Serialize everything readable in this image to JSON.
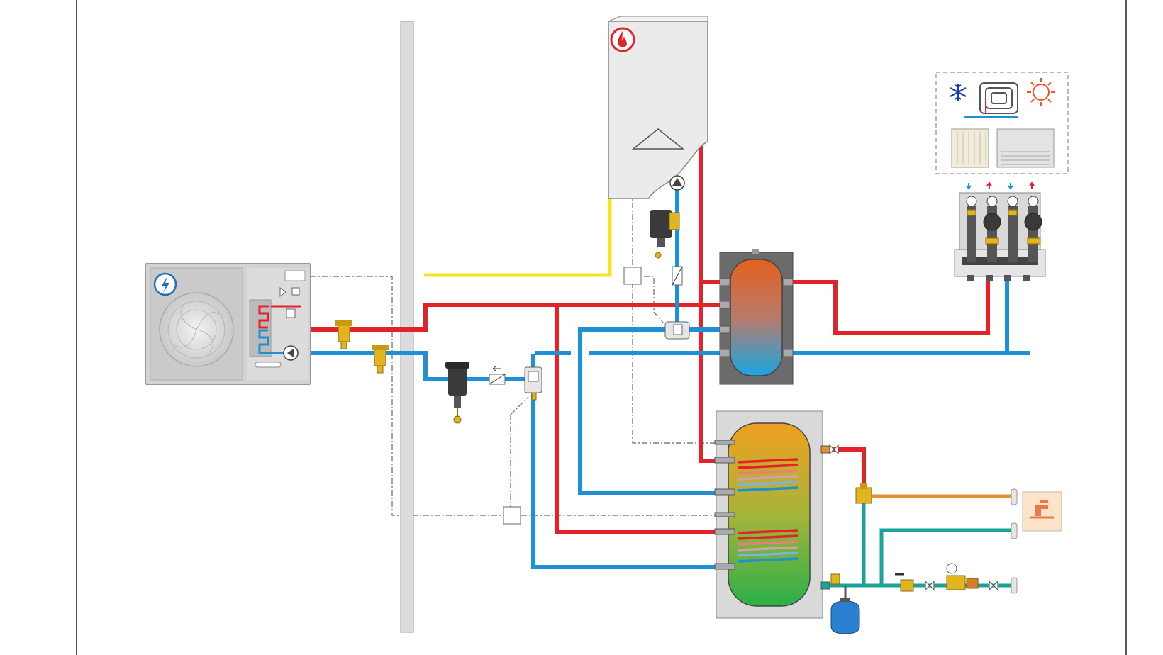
{
  "diagram": {
    "components": [
      {
        "id": "heat-pump",
        "icon": "lightning-icon"
      },
      {
        "id": "gas-boiler",
        "icon": "flame-icon"
      },
      {
        "id": "buffer-tank",
        "icon": "buffer-tank-icon"
      },
      {
        "id": "dhw-cylinder",
        "icon": "cylinder-icon"
      },
      {
        "id": "underfloor-heating",
        "icon": "underfloor-coil-icon"
      },
      {
        "id": "radiator",
        "icon": "radiator-icon"
      },
      {
        "id": "fan-coil",
        "icon": "fan-coil-icon"
      },
      {
        "id": "cooling",
        "icon": "snowflake-icon"
      },
      {
        "id": "heating",
        "icon": "sun-icon"
      },
      {
        "id": "tap",
        "icon": "faucet-icon"
      },
      {
        "id": "expansion-vessel",
        "icon": "expansion-vessel-icon"
      },
      {
        "id": "pump-manifold",
        "icon": "manifold-icon"
      }
    ],
    "colors": {
      "flow": "#e42229",
      "return": "#1f8fd6",
      "gas": "#f5e62a",
      "cold-water": "#1ba39a",
      "hot-water": "#e39233",
      "wall": "#d7d7d7",
      "brass": "#e0b520"
    }
  }
}
